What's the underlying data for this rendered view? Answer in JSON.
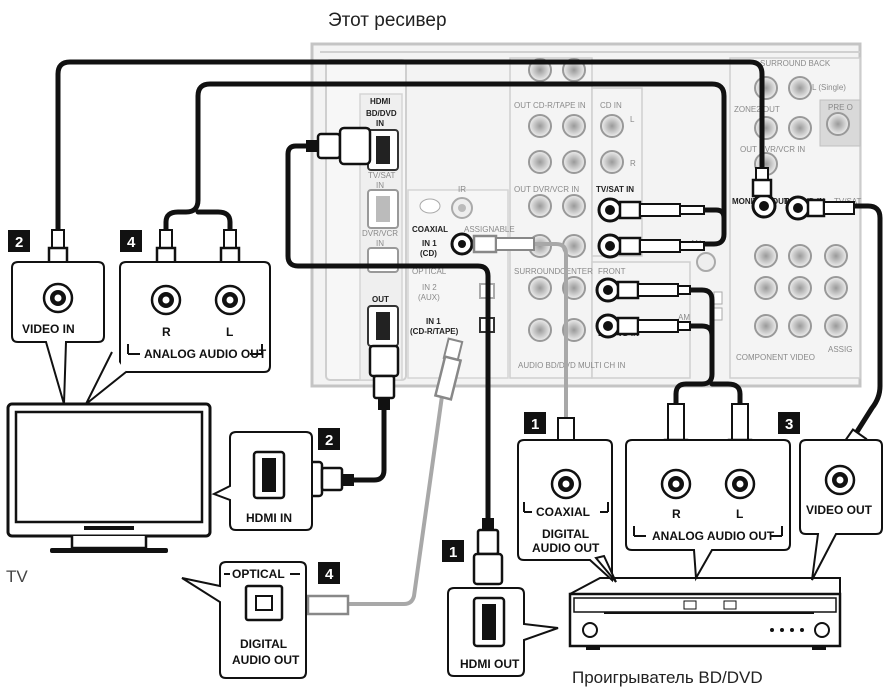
{
  "captions": {
    "receiver": "Этот ресивер",
    "player": "Проигрыватель BD/DVD",
    "tv": "TV"
  },
  "badges": {
    "b1_coaxial": "1",
    "b1_hdmi": "1",
    "b2_video": "2",
    "b2_hdmi": "2",
    "b3_video": "3",
    "b4_analog": "4",
    "b4_optical": "4"
  },
  "tv_callouts": {
    "video_in": "VIDEO IN",
    "analog_r": "R",
    "analog_l": "L",
    "analog_audio_out": "ANALOG AUDIO OUT",
    "hdmi_in": "HDMI IN",
    "optical": "OPTICAL",
    "digital_audio_out_1": "DIGITAL",
    "digital_audio_out_2": "AUDIO OUT"
  },
  "player_callouts": {
    "coaxial": "COAXIAL",
    "digital_1": "DIGITAL",
    "digital_2": "AUDIO OUT",
    "analog_r": "R",
    "analog_l": "L",
    "analog_audio_out": "ANALOG AUDIO OUT",
    "video_out": "VIDEO OUT",
    "hdmi_out": "HDMI OUT"
  },
  "receiver_labels": {
    "hdmi": "HDMI",
    "bd_dvd": "BD/DVD",
    "in": "IN",
    "tv_sat": "TV/SAT",
    "dvr_vcr": "DVR/VCR",
    "out": "OUT",
    "ir": "IR",
    "ir_in": "IN",
    "coaxial": "COAXIAL",
    "assignable": "ASSIGNABLE",
    "in1": "IN 1",
    "cd": "(CD)",
    "optical": "OPTICAL",
    "in2": "IN 2",
    "aux": "(AUX)",
    "cd_r_tape": "(CD-R/TAPE)",
    "out_cd_r_tape": "OUT  CD-R/TAPE  IN",
    "cd_in": "CD   IN",
    "out_dvr_vcr": "OUT  DVR/VCR  IN",
    "tv_sat_in": "TV/SAT IN",
    "surround": "SURROUND",
    "center": "CENTER",
    "front": "FRONT",
    "bd_dvd_in": "BD/DVD IN",
    "audio_multi": "AUDIO   BD/DVD MULTI CH IN",
    "surround_back": "SURROUND BACK",
    "l_single": "L (Single)",
    "pre_out": "PRE O",
    "zone2_out": "ZONE2 OUT",
    "monitor_out": "MONITOR OUT",
    "bd_dvd_in_v": "BD/DVD IN",
    "tv_sat_v": "TV/SAT",
    "component_video": "COMPONENT VIDEO",
    "assign": "ASSIG",
    "am": "AM",
    "an": "AN",
    "l": "L",
    "r": "R"
  },
  "colors": {
    "black_cable": "#111111",
    "gray_cable": "#a8a8a8",
    "panel_stroke": "#bdbdbd",
    "panel_fill": "#f4f4f4",
    "badge_fill": "#111111"
  }
}
